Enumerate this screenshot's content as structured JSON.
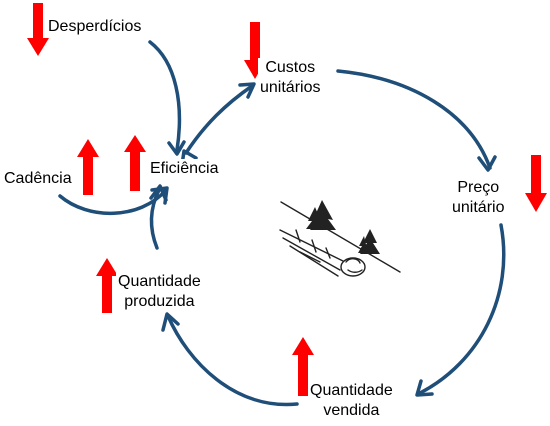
{
  "nodes": {
    "desperdicios": {
      "lines": [
        "Desperdícios"
      ],
      "trend": "down"
    },
    "custos_unitarios": {
      "lines": [
        "Custos",
        "unitários"
      ],
      "trend": "down"
    },
    "eficiencia": {
      "lines": [
        "Eficiência"
      ],
      "trend": "up"
    },
    "cadencia": {
      "lines": [
        "Cadência"
      ],
      "trend": "up"
    },
    "preco_unitario": {
      "lines": [
        "Preço",
        "unitário"
      ],
      "trend": "down"
    },
    "quantidade_produzida": {
      "lines": [
        "Quantidade",
        "produzida"
      ],
      "trend": "up"
    },
    "quantidade_vendida": {
      "lines": [
        "Quantidade",
        "vendida"
      ],
      "trend": "up"
    }
  },
  "colors": {
    "connector": "#1f4e79",
    "trend_arrow": "#ff0000",
    "text": "#000000",
    "illustration": "#222222"
  },
  "illustration": {
    "icon": "snowball-rolling-downhill-icon"
  }
}
